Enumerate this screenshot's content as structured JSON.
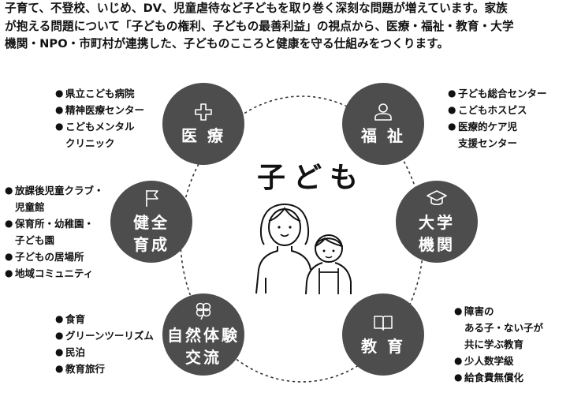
{
  "intro": [
    "子育て、不登校、いじめ、DV、児童虐待など子どもを取り巻く深刻な問題が増えています。家族",
    "が抱える問題について「子どもの権利、子どもの最善利益」の視点から、医療・福祉・教育・大学",
    "機関・NPO・市町村が連携した、子どものこころと健康を守る仕組みをつくります。"
  ],
  "center": "子ども",
  "nodes": {
    "iryo": {
      "label": "医 療",
      "icon": "plus-icon"
    },
    "fukushi": {
      "label": "福 祉",
      "icon": "person-icon"
    },
    "daigaku": {
      "label1": "大学",
      "label2": "機関",
      "icon": "mortarboard-icon"
    },
    "kyoiku": {
      "label": "教 育",
      "icon": "book-icon"
    },
    "shizen": {
      "label1": "自然体験",
      "label2": "交流",
      "icon": "clover-icon"
    },
    "kenzen": {
      "label1": "健全",
      "label2": "育成",
      "icon": "flag-icon"
    }
  },
  "lists": {
    "iryo": [
      "県立こども病院",
      "精神医療センター",
      "こどもメンタル",
      "クリニック"
    ],
    "fukushi": [
      "子ども総合センター",
      "こどもホスピス",
      "医療的ケア児",
      "支援センター"
    ],
    "kenzen": [
      "放課後児童クラブ・",
      "児童館",
      "保育所・幼稚園・",
      "子ども園",
      "子どもの居場所",
      "地域コミュニティ"
    ],
    "shizen": [
      "食育",
      "グリーンツーリズム",
      "民泊",
      "教育旅行"
    ],
    "kyoiku": [
      "障害の",
      "ある子・ない子が",
      "共に学ぶ教育",
      "少人数学級",
      "給食費無償化"
    ]
  },
  "colors": {
    "node": "#4d4d4d",
    "text": "#111111"
  }
}
